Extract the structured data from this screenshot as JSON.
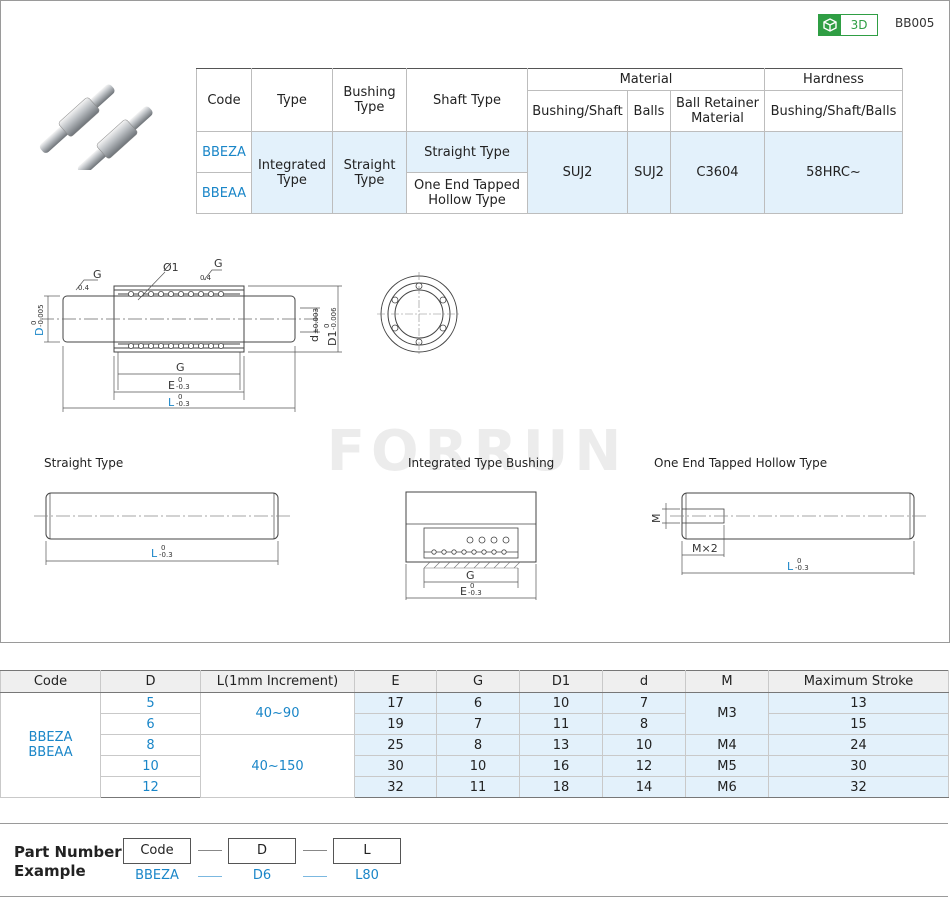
{
  "header": {
    "badge_3d": "3D",
    "code": "BB005"
  },
  "spec_table": {
    "headers": {
      "code": "Code",
      "type": "Type",
      "bushing_type": "Bushing Type",
      "shaft_type": "Shaft Type",
      "material": "Material",
      "hardness": "Hardness",
      "bushing_shaft": "Bushing/Shaft",
      "balls": "Balls",
      "ball_retainer": "Ball Retainer Material",
      "hardness_sub": "Bushing/Shaft/Balls"
    },
    "rows": [
      {
        "code": "BBEZA",
        "shaft_type": "Straight Type"
      },
      {
        "code": "BBEAA",
        "shaft_type": "One End Tapped Hollow Type"
      }
    ],
    "type": "Integrated Type",
    "bushing_type": "Straight Type",
    "bushing_shaft": "SUJ2",
    "balls": "SUJ2",
    "ball_retainer": "C3604",
    "hardness": "58HRC~"
  },
  "drawing": {
    "g": "G",
    "phi1": "Ø1",
    "ra": "0.4",
    "D": "D",
    "D_tol": "-0.005",
    "D_tol_top": "0",
    "d": "d",
    "d_tol": "±0.003",
    "D1": "D1",
    "D1_tol": "-0.006",
    "D1_tol_top": "0",
    "E": "E",
    "E_tol": "-0.3",
    "L": "L",
    "L_tol": "-0.3",
    "tol_zero": "0",
    "M": "M",
    "Mx2": "M×2"
  },
  "captions": {
    "straight": "Straight Type",
    "bushing": "Integrated Type Bushing",
    "hollow": "One End Tapped Hollow Type"
  },
  "watermark": "FORRUN",
  "dim_table": {
    "headers": [
      "Code",
      "D",
      "L(1mm Increment)",
      "E",
      "G",
      "D1",
      "d",
      "M",
      "Maximum Stroke"
    ],
    "code_1": "BBEZA",
    "code_2": "BBEAA",
    "l_range_1": "40~90",
    "l_range_2": "40~150",
    "rows": [
      {
        "D": "5",
        "E": "17",
        "G": "6",
        "D1": "10",
        "d": "7",
        "stroke": "13"
      },
      {
        "D": "6",
        "E": "19",
        "G": "7",
        "D1": "11",
        "d": "8",
        "stroke": "15"
      },
      {
        "D": "8",
        "E": "25",
        "G": "8",
        "D1": "13",
        "d": "10",
        "stroke": "24"
      },
      {
        "D": "10",
        "E": "30",
        "G": "10",
        "D1": "16",
        "d": "12",
        "stroke": "30"
      },
      {
        "D": "12",
        "E": "32",
        "G": "11",
        "D1": "18",
        "d": "14",
        "stroke": "32"
      }
    ],
    "m_values": [
      "M3",
      "M4",
      "M5",
      "M6"
    ]
  },
  "part_number": {
    "title_1": "Part Number",
    "title_2": "Example",
    "boxes": [
      "Code",
      "D",
      "L"
    ],
    "values": [
      "BBEZA",
      "D6",
      "L80"
    ]
  },
  "colors": {
    "blue": "#1a86c8",
    "light_blue": "#e3f1fb",
    "green": "#2f9e44"
  }
}
